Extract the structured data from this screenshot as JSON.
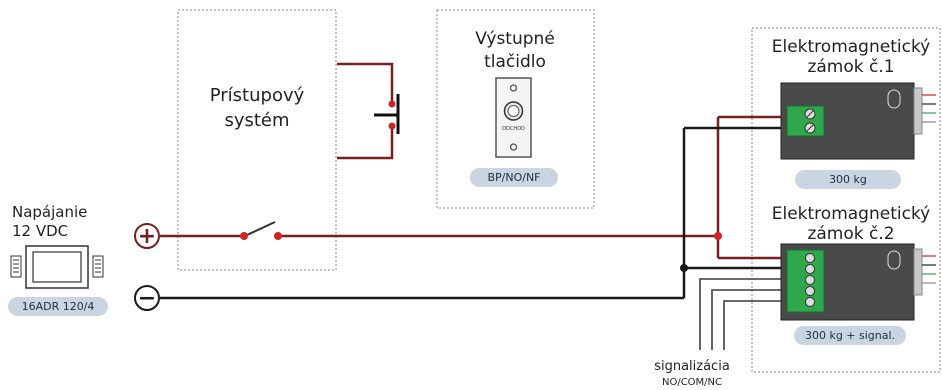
{
  "power_supply": {
    "title_line1": "Napájanie",
    "title_line2": "12 VDC",
    "model": "16ADR 120/4",
    "plus_symbol": "+",
    "minus_symbol": "−"
  },
  "access_system": {
    "line1": "Prístupový",
    "line2": "systém"
  },
  "exit_button": {
    "title_line1": "Výstupné",
    "title_line2": "tlačidlo",
    "plate_label": "ODCHOD",
    "badge": "BP/NO/NF"
  },
  "lock1": {
    "title_line1": "Elektromagnetický",
    "title_line2": "zámok č.1",
    "badge": "300 kg"
  },
  "lock2": {
    "title_line1": "Elektromagnetický",
    "title_line2": "zámok č.2",
    "badge": "300 kg + signal."
  },
  "signal": {
    "label": "signalizácia",
    "sublabel": "NO/COM/NC"
  },
  "colors": {
    "wire_positive": "#7a1f1f",
    "wire_negative": "#1a1a1a",
    "wire_signal": "#555555",
    "dot_red": "#d22222",
    "badge_fill": "#c9d6e2",
    "lock_body": "#4a4a4a",
    "terminal_green": "#2ea84a",
    "dotted_border": "#8a8a8a"
  }
}
